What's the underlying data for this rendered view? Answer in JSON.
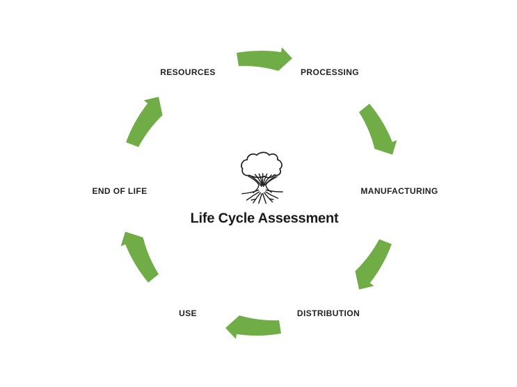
{
  "diagram": {
    "title": "Life Cycle Assessment",
    "center_icon": "tree-icon",
    "cycle_direction": "clockwise",
    "stages": [
      {
        "label": "RESOURCES"
      },
      {
        "label": "PROCESSING"
      },
      {
        "label": "MANUFACTURING"
      },
      {
        "label": "DISTRIBUTION"
      },
      {
        "label": "USE"
      },
      {
        "label": "END OF LIFE"
      }
    ],
    "arrows": [
      {
        "from": "RESOURCES",
        "to": "PROCESSING"
      },
      {
        "from": "PROCESSING",
        "to": "MANUFACTURING"
      },
      {
        "from": "MANUFACTURING",
        "to": "DISTRIBUTION"
      },
      {
        "from": "DISTRIBUTION",
        "to": "USE"
      },
      {
        "from": "USE",
        "to": "END OF LIFE"
      },
      {
        "from": "END OF LIFE",
        "to": "RESOURCES"
      }
    ],
    "colors": {
      "arrow_green": "#70AD47",
      "text": "#1F1F1F",
      "background": "#FFFFFF"
    }
  }
}
